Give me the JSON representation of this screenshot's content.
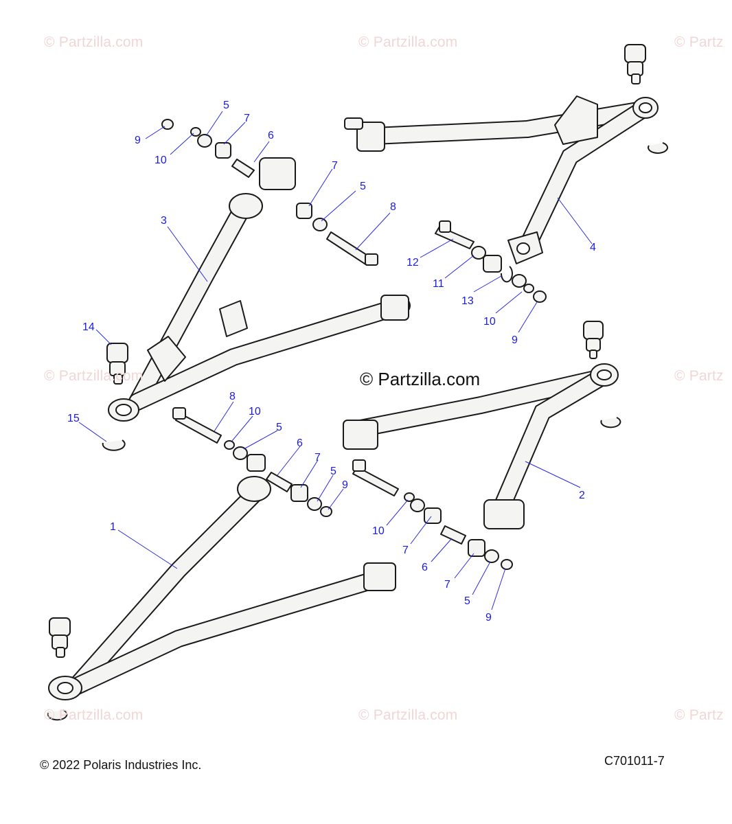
{
  "watermarks": {
    "small": "© Partzilla.com",
    "small_partial": "© Partz",
    "center": "© Partzilla.com"
  },
  "footer": {
    "copyright": "© 2022 Polaris Industries Inc.",
    "diagram_code": "C701011-7"
  },
  "callouts": [
    "1",
    "2",
    "3",
    "4",
    "5",
    "5",
    "5",
    "5",
    "6",
    "6",
    "6",
    "7",
    "7",
    "7",
    "7",
    "7",
    "8",
    "8",
    "9",
    "9",
    "9",
    "9",
    "10",
    "10",
    "10",
    "10",
    "11",
    "12",
    "13",
    "14",
    "15"
  ],
  "colors": {
    "callout": "#1a1ae6",
    "watermark": "#f1d6d6",
    "line": "#1a1a1a",
    "part_fill": "#f4f4f2"
  }
}
